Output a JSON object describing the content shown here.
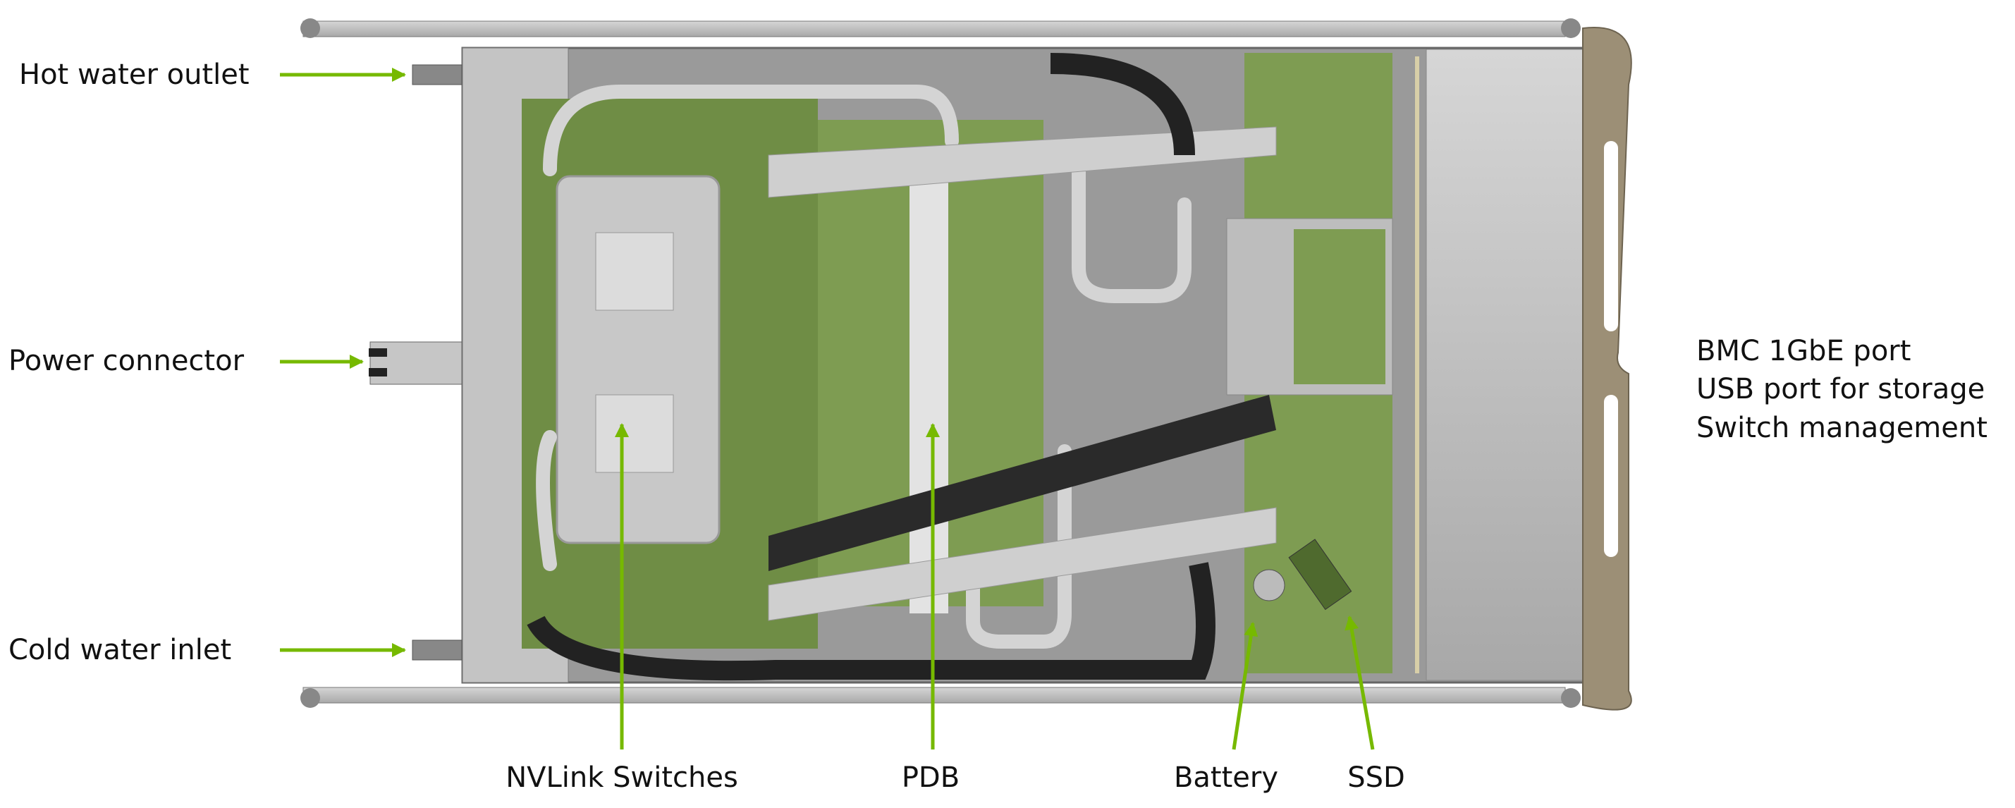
{
  "labels": {
    "hot_water_outlet": "Hot water outlet",
    "power_connector": "Power connector",
    "cold_water_inlet": "Cold water inlet",
    "nvlink_switches": "NVLink Switches",
    "pdb": "PDB",
    "battery": "Battery",
    "ssd": "SSD",
    "right_ports": [
      "BMC 1GbE port",
      "USB port for storage",
      "Switch management"
    ]
  },
  "colors": {
    "arrow": "#76b900",
    "board": "#7e9c52",
    "metal": "#b9b9b9",
    "handle": "#9c8f76"
  }
}
